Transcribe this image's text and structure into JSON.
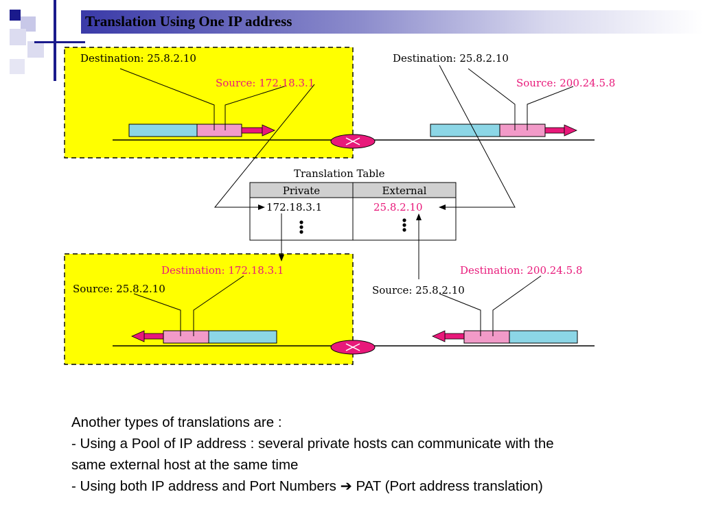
{
  "slide": {
    "title": "Translation Using One IP address",
    "body_lines": [
      "Another types of translations are :",
      "- Using a Pool of IP address : several private hosts can communicate with the",
      "same external host at the same time",
      "- Using both IP address and Port Numbers",
      " PAT (Port address translation)"
    ],
    "arrow_glyph": "➔"
  },
  "diagram": {
    "top_left": {
      "destination": "Destination: 25.8.2.10",
      "source": "Source: 172.18.3.1"
    },
    "top_right": {
      "destination": "Destination: 25.8.2.10",
      "source": "Source: 200.24.5.8"
    },
    "bottom_left": {
      "destination": "Destination: 172.18.3.1",
      "source": "Source: 25.8.2.10"
    },
    "bottom_right": {
      "destination": "Destination: 200.24.5.8",
      "source": "Source: 25.8.2.10"
    },
    "table": {
      "title": "Translation Table",
      "headers": [
        "Private",
        "External"
      ],
      "row": {
        "private": "172.18.3.1",
        "external": "25.8.2.10"
      }
    }
  },
  "colors": {
    "private_network": "#ffff00",
    "payload": "#8cd6e6",
    "header": "#f29ac8",
    "accent": "#e8197a",
    "title_bar": "#3a3aa8",
    "table_header": "#d0d0d0"
  }
}
